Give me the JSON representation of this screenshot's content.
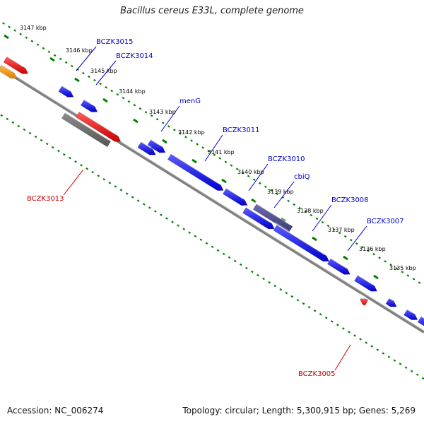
{
  "title": "Bacillus cereus E33L, complete genome",
  "footer": {
    "accession": "Accession: NC_006274",
    "summary": "Topology: circular; Length: 5,300,915 bp; Genes: 5,269"
  },
  "colors": {
    "backbone": "#808080",
    "ticks": "#008000",
    "forward_gene": "#0000ff",
    "reverse_gene": "#ff0000",
    "pseudo_gene": "#666666",
    "rna_gene": "#4b4b8c",
    "other_gene": "#ff9900",
    "forward_label": "#0000cc",
    "reverse_label": "#cc0000"
  },
  "kbp_ticks": [
    {
      "label": "3147 kbp"
    },
    {
      "label": "3146 kbp"
    },
    {
      "label": "3145 kbp"
    },
    {
      "label": "3144 kbp"
    },
    {
      "label": "3143 kbp"
    },
    {
      "label": "3142 kbp"
    },
    {
      "label": "3141 kbp"
    },
    {
      "label": "3140 kbp"
    },
    {
      "label": "3139 kbp"
    },
    {
      "label": "3138 kbp"
    },
    {
      "label": "3137 kbp"
    },
    {
      "label": "3136 kbp"
    },
    {
      "label": "3135 kbp"
    }
  ],
  "gene_labels": [
    {
      "name": "BCZK3015",
      "strand": "forward"
    },
    {
      "name": "BCZK3014",
      "strand": "forward"
    },
    {
      "name": "menG",
      "strand": "forward"
    },
    {
      "name": "BCZK3011",
      "strand": "forward"
    },
    {
      "name": "BCZK3010",
      "strand": "forward"
    },
    {
      "name": "cbiQ",
      "strand": "forward"
    },
    {
      "name": "BCZK3008",
      "strand": "forward"
    },
    {
      "name": "BCZK3007",
      "strand": "forward"
    },
    {
      "name": "BCZK3013",
      "strand": "reverse"
    },
    {
      "name": "BCZK3005",
      "strand": "reverse"
    }
  ]
}
